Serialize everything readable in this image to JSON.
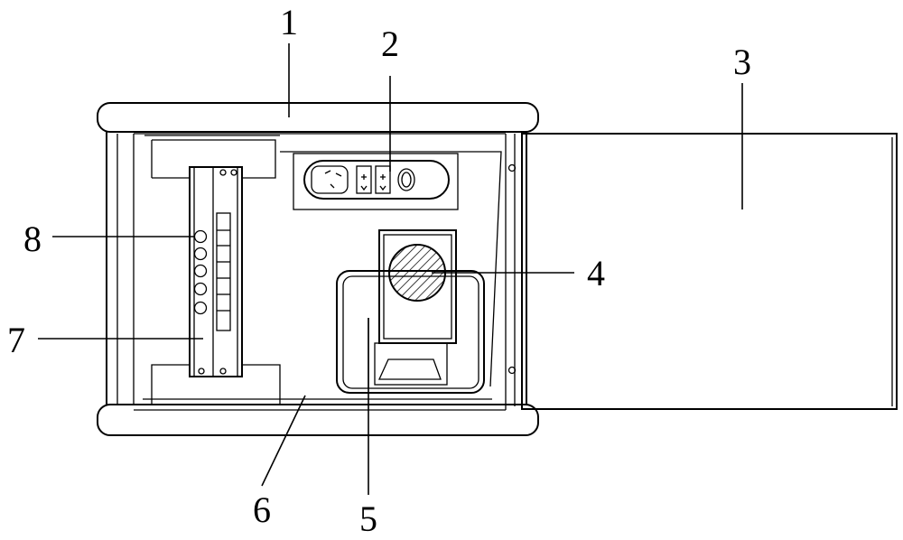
{
  "callouts": {
    "label_1": "1",
    "label_2": "2",
    "label_3": "3",
    "label_4": "4",
    "label_5": "5",
    "label_6": "6",
    "label_7": "7",
    "label_8": "8"
  }
}
